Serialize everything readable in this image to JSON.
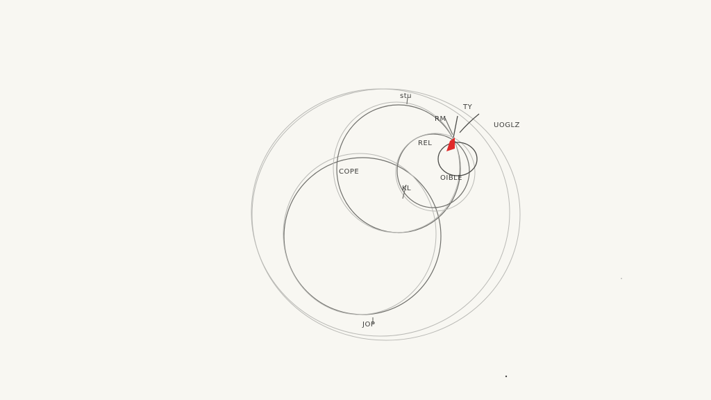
{
  "labels": {
    "top": "stu",
    "top_right": "TY",
    "inner_top": "RM",
    "right": "UOGLZ",
    "center": "REL",
    "left": "COPE",
    "lower_center": "OIBLE",
    "inner_left": "KL",
    "bottom": "JOP"
  },
  "colors": {
    "paper": "#f8f7f2",
    "pencil": "#6f6f6b",
    "marker": "#e02a2a"
  }
}
